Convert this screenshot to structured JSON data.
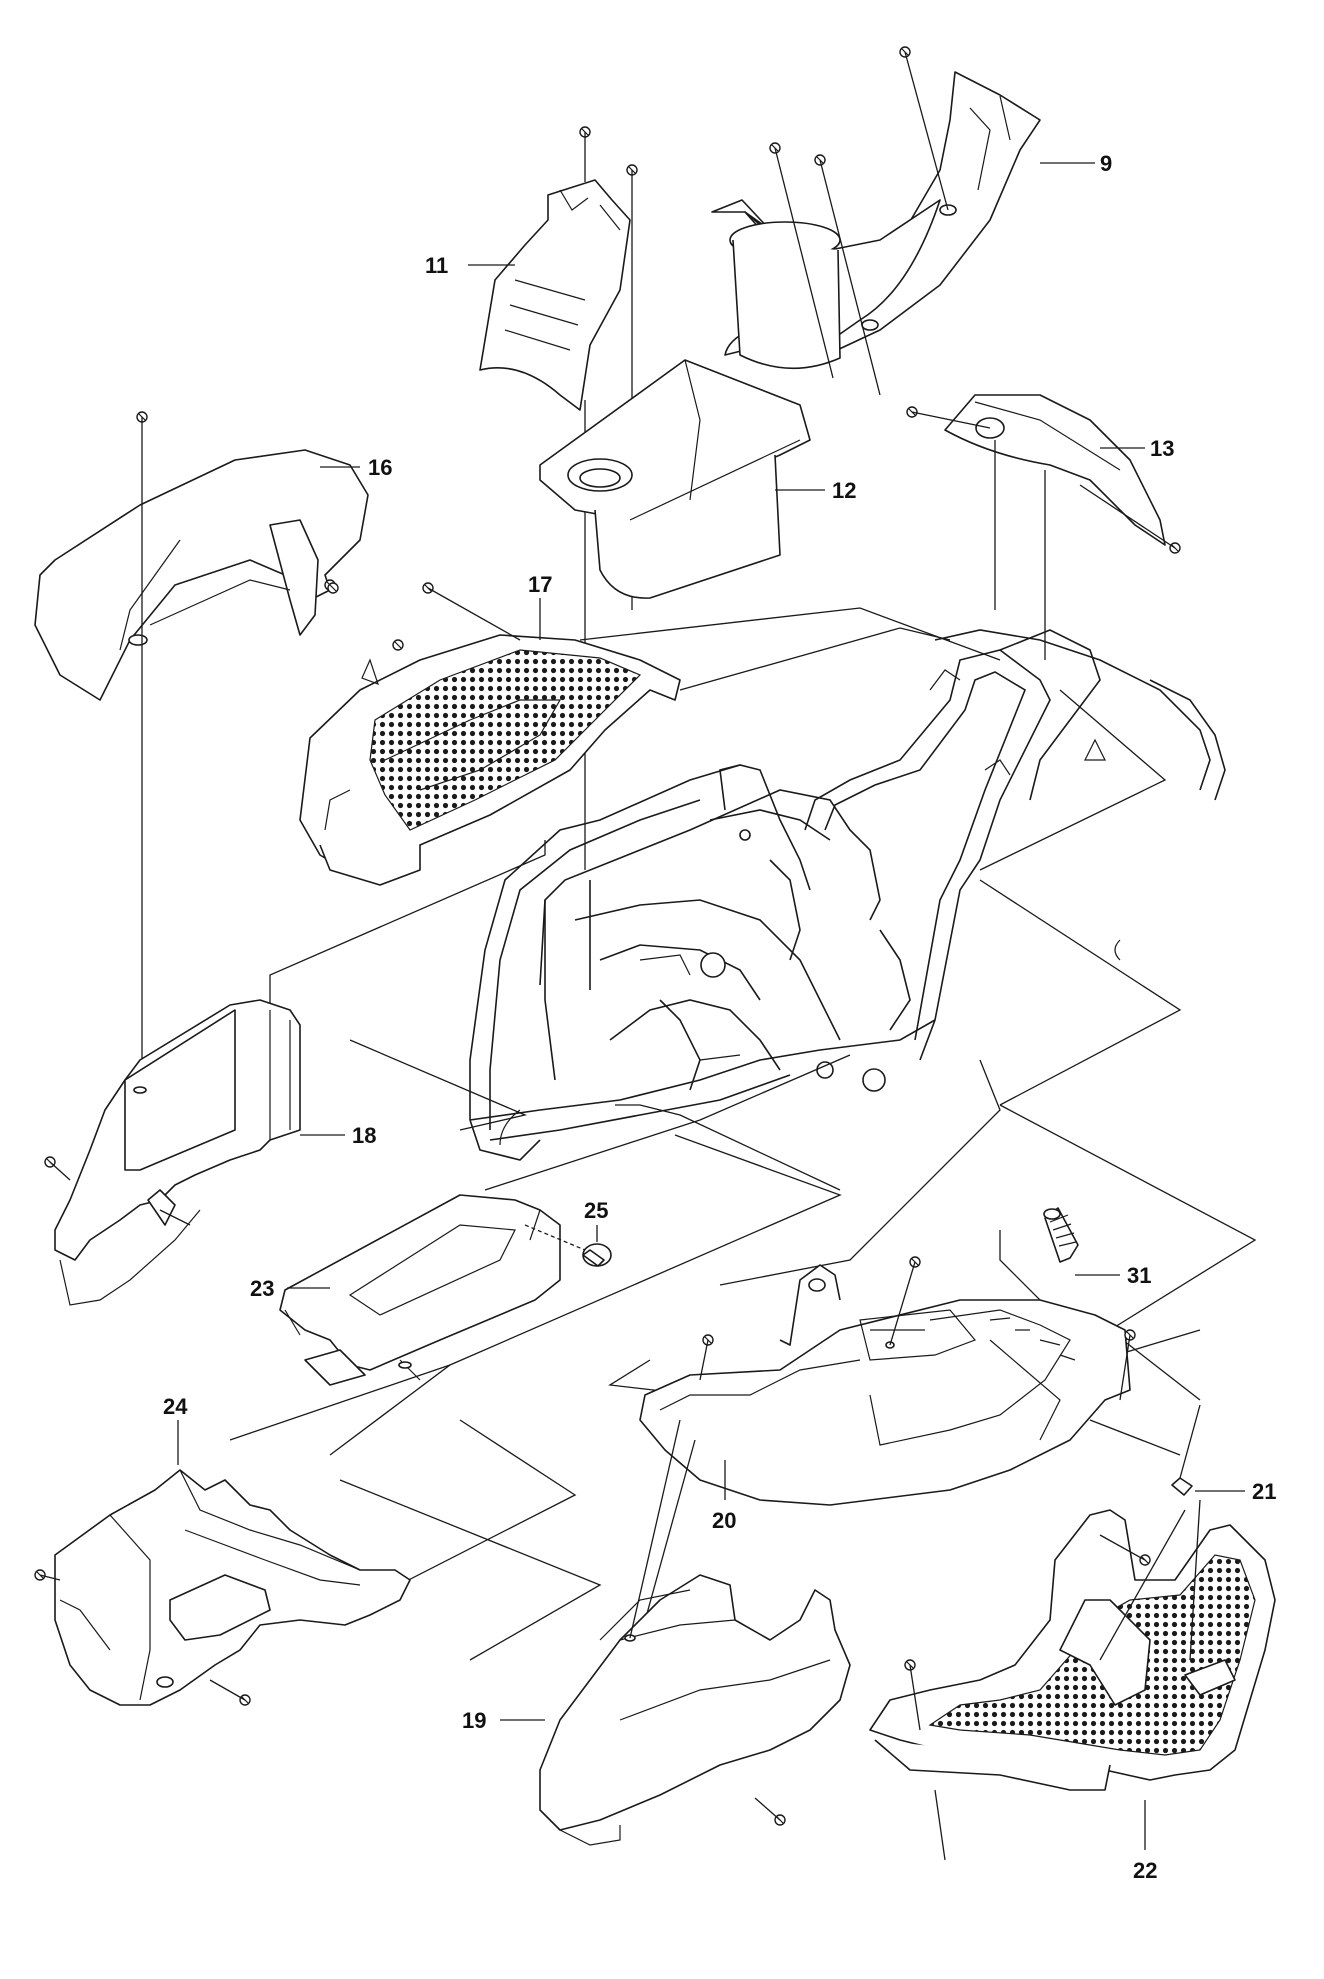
{
  "callouts": [
    {
      "id": "9",
      "text": "9"
    },
    {
      "id": "11",
      "text": "11"
    },
    {
      "id": "12",
      "text": "12"
    },
    {
      "id": "13",
      "text": "13"
    },
    {
      "id": "16",
      "text": "16"
    },
    {
      "id": "17",
      "text": "17"
    },
    {
      "id": "18",
      "text": "18"
    },
    {
      "id": "19",
      "text": "19"
    },
    {
      "id": "20",
      "text": "20"
    },
    {
      "id": "21",
      "text": "21"
    },
    {
      "id": "22",
      "text": "22"
    },
    {
      "id": "23",
      "text": "23"
    },
    {
      "id": "24",
      "text": "24"
    },
    {
      "id": "25",
      "text": "25"
    },
    {
      "id": "31",
      "text": "31"
    }
  ]
}
